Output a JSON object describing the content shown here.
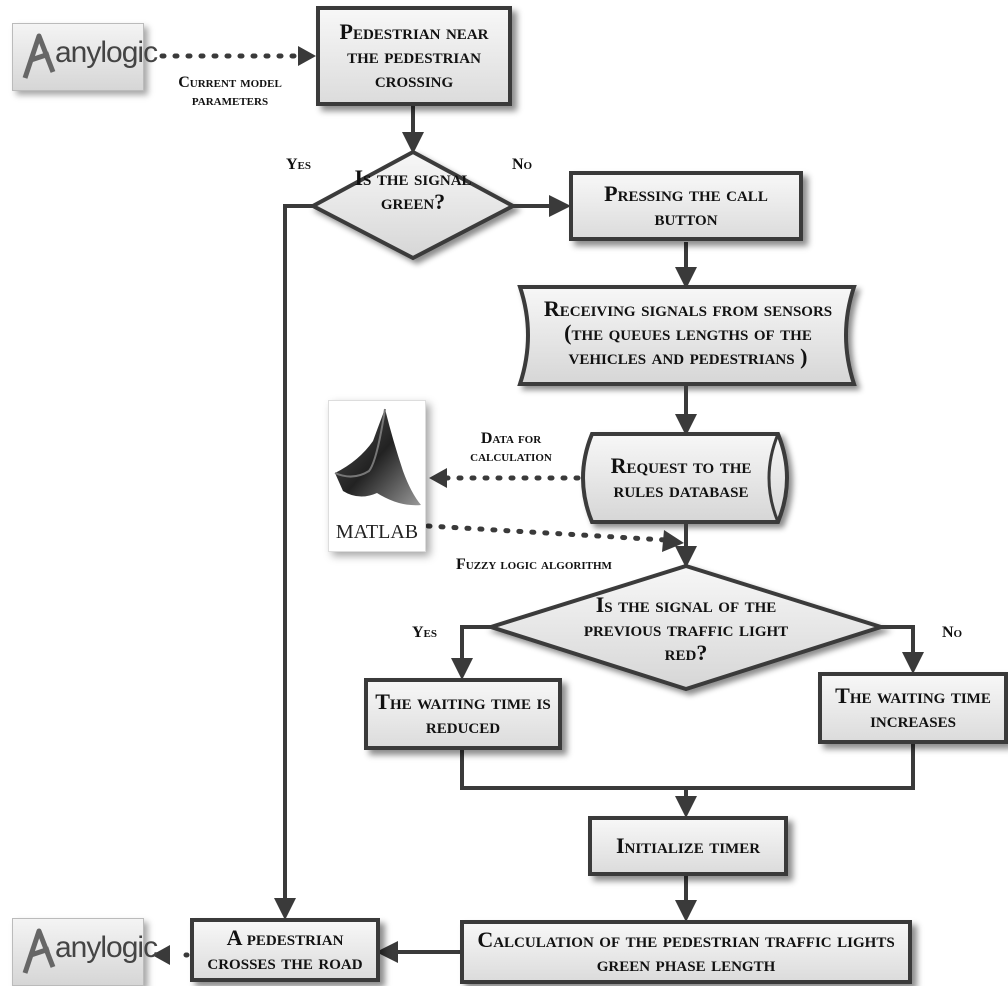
{
  "logos": {
    "anylogic": "anylogic",
    "matlab": "MATLAB"
  },
  "nodes": {
    "start": "Pedestrian near the pedestrian crossing",
    "decision1": "Is the signal green?",
    "call_button": "Pressing the call button",
    "sensors": "Receiving signals from sensors (the queues lengths  of the vehicles and pedestrians )",
    "database": "Request to the rules database",
    "decision2": "Is the signal of the previous traffic light red?",
    "reduced": "The waiting time is reduced",
    "increases": "The waiting time increases",
    "timer": "Initialize timer",
    "calculation": "Calculation of the pedestrian traffic lights green phase length",
    "crosses": "A pedestrian crosses the road"
  },
  "edge_labels": {
    "current_params": "Current model parameters",
    "yes1": "Yes",
    "no1": "No",
    "data_for_calc": "Data for calculation",
    "fuzzy": "Fuzzy logic algorithm",
    "yes2": "Yes",
    "no2": "No"
  },
  "colors": {
    "stroke": "#3a3a3a",
    "fill_light": "#f7f7f7",
    "fill_dark": "#dcdcdc"
  }
}
